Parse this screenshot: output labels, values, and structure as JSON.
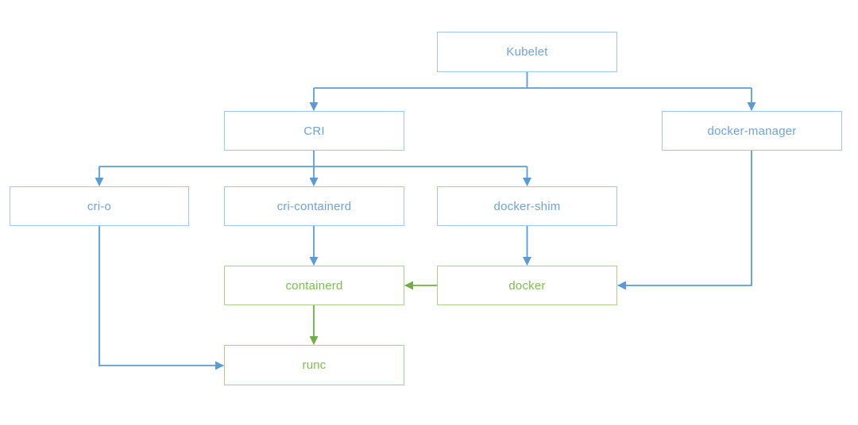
{
  "diagram": {
    "type": "flowchart",
    "background": "#ffffff",
    "colors": {
      "blue_arrow": "#5b9bd5",
      "blue_border": "#a6c4e7",
      "blue_text": "#6fa2db",
      "green_arrow": "#70ad47",
      "green_border": "#a9d18e",
      "green_text": "#7abd52"
    },
    "nodes": {
      "kubelet": {
        "label": "Kubelet",
        "scheme": "blue"
      },
      "cri": {
        "label": "CRI",
        "scheme": "blue"
      },
      "docker_manager": {
        "label": "docker-manager",
        "scheme": "blue"
      },
      "cri_o": {
        "label": "cri-o",
        "scheme": "blue"
      },
      "cri_containerd": {
        "label": "cri-containerd",
        "scheme": "blue"
      },
      "docker_shim": {
        "label": "docker-shim",
        "scheme": "blue"
      },
      "containerd": {
        "label": "containerd",
        "scheme": "green"
      },
      "docker": {
        "label": "docker",
        "scheme": "green"
      },
      "runc": {
        "label": "runc",
        "scheme": "green"
      }
    },
    "edges": [
      {
        "from": "kubelet",
        "to": "cri",
        "color": "blue"
      },
      {
        "from": "kubelet",
        "to": "docker_manager",
        "color": "blue"
      },
      {
        "from": "cri",
        "to": "cri_o",
        "color": "blue"
      },
      {
        "from": "cri",
        "to": "cri_containerd",
        "color": "blue"
      },
      {
        "from": "cri",
        "to": "docker_shim",
        "color": "blue"
      },
      {
        "from": "cri_containerd",
        "to": "containerd",
        "color": "blue"
      },
      {
        "from": "docker_shim",
        "to": "docker",
        "color": "blue"
      },
      {
        "from": "docker_manager",
        "to": "docker",
        "color": "blue"
      },
      {
        "from": "docker",
        "to": "containerd",
        "color": "green"
      },
      {
        "from": "containerd",
        "to": "runc",
        "color": "green"
      },
      {
        "from": "cri_o",
        "to": "runc",
        "color": "blue"
      }
    ]
  }
}
